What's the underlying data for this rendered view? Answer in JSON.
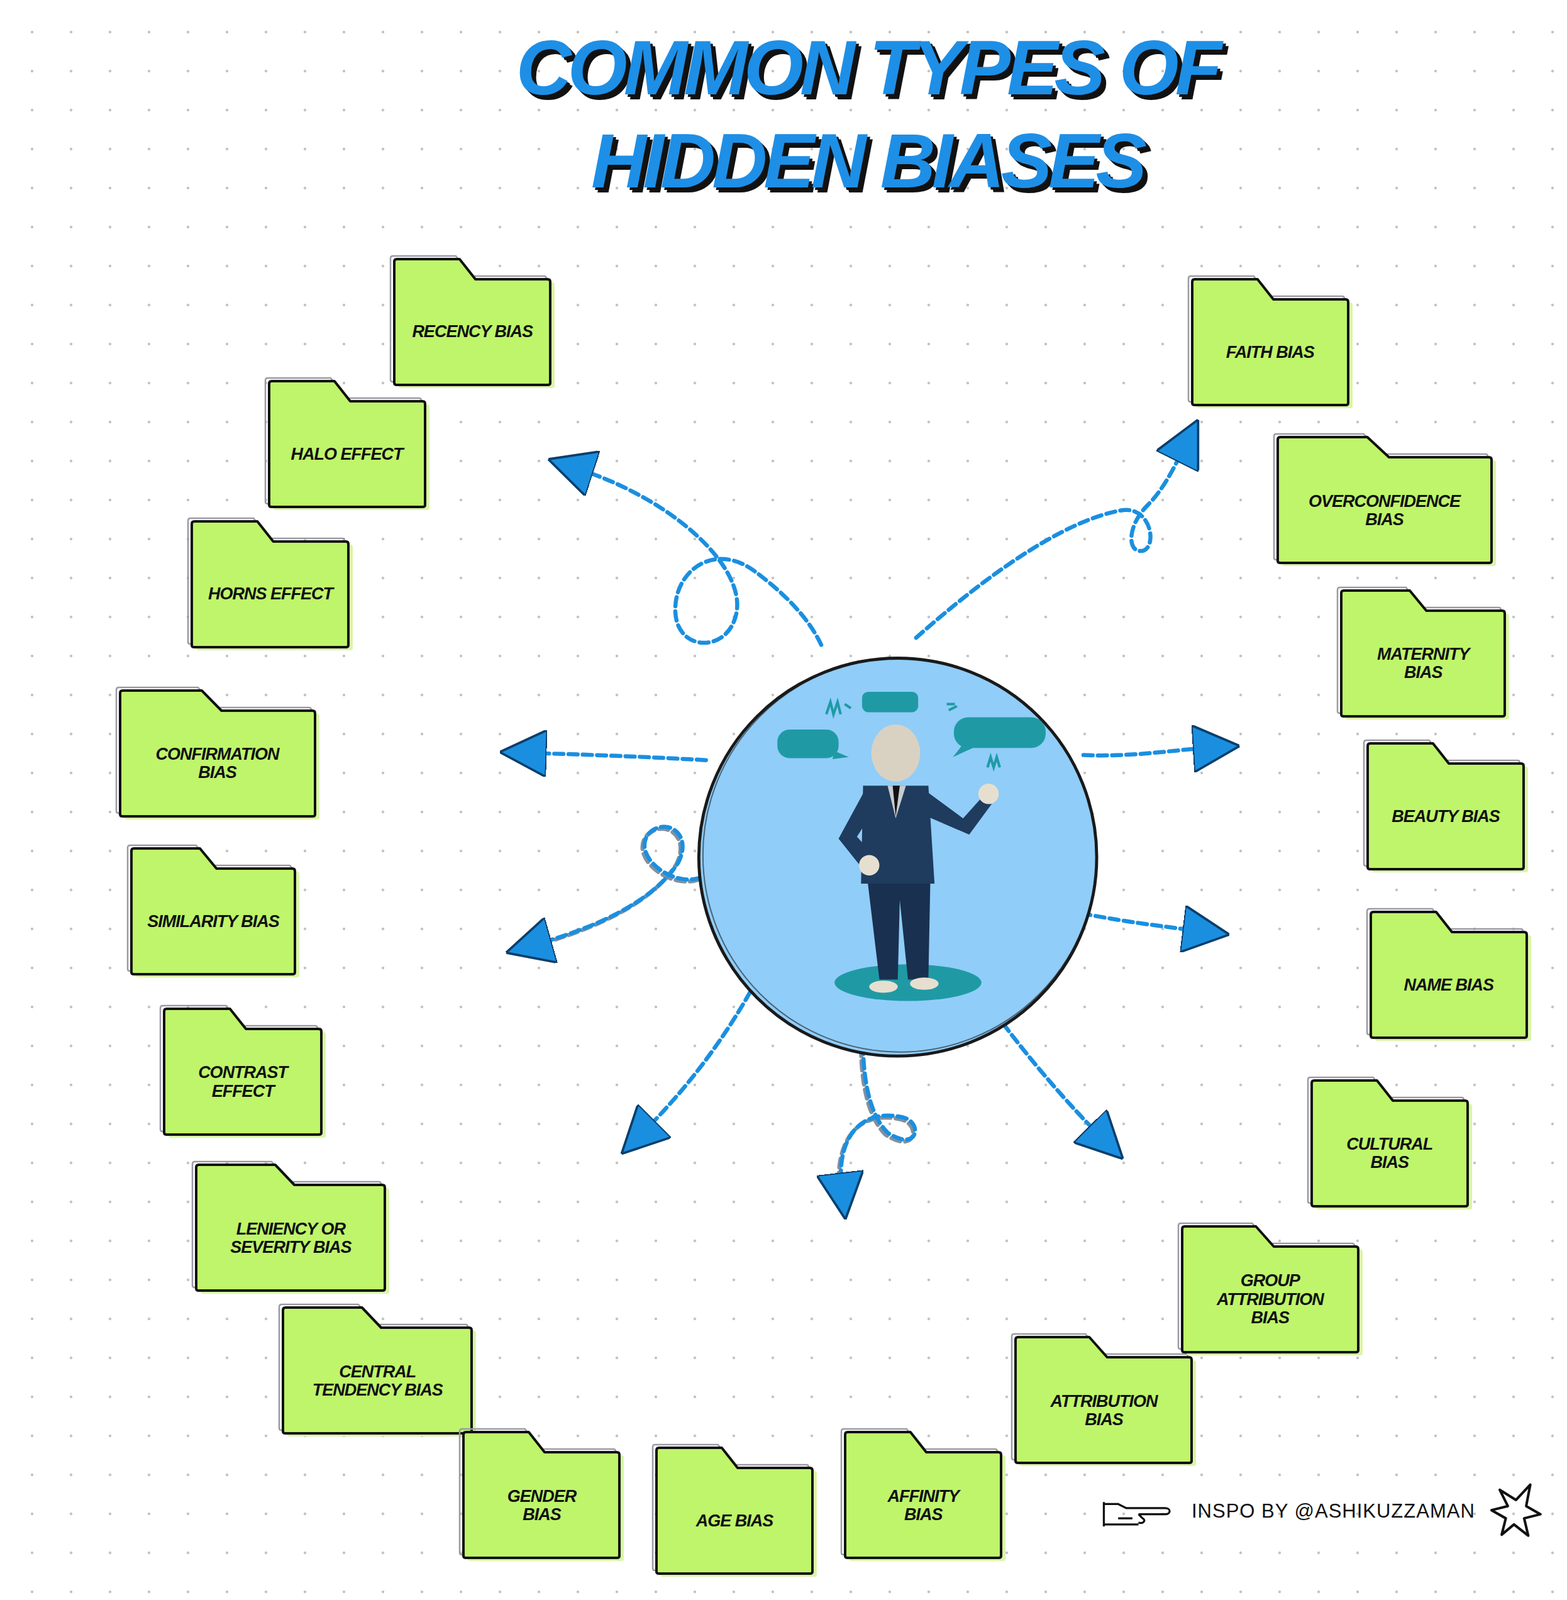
{
  "diagram": {
    "title": "COMMON TYPES OF HIDDEN BIASES",
    "caption": "INSPO BY @ASHIKUZZAMAN",
    "nodes": [
      {
        "text": [
          "RECENCY BIAS"
        ]
      },
      {
        "text": [
          "HALO EFFECT"
        ]
      },
      {
        "text": [
          "HORNS EFFECT"
        ]
      },
      {
        "text": [
          "CONFIRMATION BIAS"
        ]
      },
      {
        "text": [
          "SIMILARITY BIAS"
        ]
      },
      {
        "text": [
          "CONTRAST EFFECT"
        ]
      },
      {
        "text": [
          "LENIENCY OR SEVERITY BIAS"
        ]
      },
      {
        "text": [
          "CENTRAL TENDENCY BIAS"
        ]
      },
      {
        "text": [
          "GENDER BIAS"
        ]
      },
      {
        "text": [
          "AGE BIAS"
        ]
      },
      {
        "text": [
          "AFFINITY BIAS"
        ]
      },
      {
        "text": [
          "ATTRIBUTION BIAS"
        ]
      },
      {
        "text": [
          "GROUP ATTRIBUTION BIAS"
        ]
      },
      {
        "text": [
          "CULTURAL BIAS"
        ]
      },
      {
        "text": [
          "NAME BIAS"
        ]
      },
      {
        "text": [
          "BEAUTY BIAS"
        ]
      },
      {
        "text": [
          "MATERNITY BIAS"
        ]
      },
      {
        "text": [
          "OVERCONFIDENCE BIAS"
        ]
      },
      {
        "text": [
          "FAITH BIAS"
        ]
      }
    ]
  }
}
